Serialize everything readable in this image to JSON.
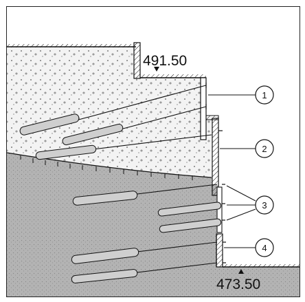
{
  "elevations": {
    "top": "491.50",
    "bottom": "473.50"
  },
  "callouts": [
    {
      "label": "1"
    },
    {
      "label": "2"
    },
    {
      "label": "3"
    },
    {
      "label": "4"
    }
  ],
  "colors": {
    "ink": "#111111",
    "soil_grey": "#b3b3b3",
    "fill_light": "#f3f3f3",
    "anchor_body": "#cfcfcf"
  }
}
